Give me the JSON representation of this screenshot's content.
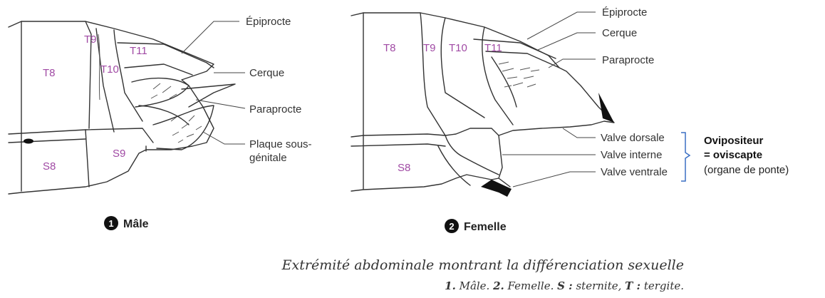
{
  "figure1": {
    "number": "1",
    "title": "Mâle",
    "segments": {
      "t8": "T8",
      "t9": "T9",
      "t10": "T10",
      "t11": "T11",
      "s8": "S8",
      "s9": "S9"
    },
    "labels": {
      "epiprocte": "Épiprocte",
      "cerque": "Cerque",
      "paraprocte": "Paraprocte",
      "plaque_line1": "Plaque sous-",
      "plaque_line2": "génitale"
    }
  },
  "figure2": {
    "number": "2",
    "title": "Femelle",
    "segments": {
      "t8": "T8",
      "t9": "T9",
      "t10": "T10",
      "t11": "T11",
      "s8": "S8"
    },
    "labels": {
      "epiprocte": "Épiprocte",
      "cerque": "Cerque",
      "paraprocte": "Paraprocte",
      "valve_dorsale": "Valve dorsale",
      "valve_interne": "Valve interne",
      "valve_ventrale": "Valve ventrale"
    },
    "ovipositor": {
      "line1": "Ovipositeur",
      "line2": "= oviscapte",
      "line3": "(organe de ponte)",
      "bracket_color": "#3a6fc4"
    }
  },
  "caption": {
    "title": "Extrémité abdominale montrant la différenciation sexuelle",
    "n1": "1.",
    "t1": " Mâle. ",
    "n2": "2.",
    "t2": " Femelle. ",
    "s": "S :",
    "t3": " sternite, ",
    "t": "T :",
    "t4": " tergite."
  },
  "colors": {
    "segment_label": "#a04aa4",
    "drawing": "#333333",
    "ovipositor_tip": "#111111"
  }
}
